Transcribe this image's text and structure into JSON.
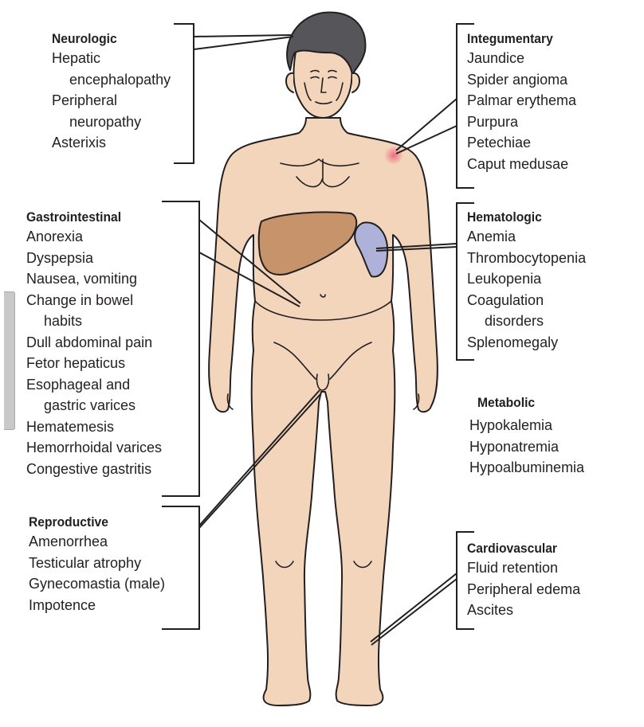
{
  "groups": {
    "neurologic": {
      "title": "Neurologic",
      "items": [
        [
          "Hepatic",
          "encephalopathy"
        ],
        [
          "Peripheral",
          "neuropathy"
        ],
        [
          "Asterixis"
        ]
      ]
    },
    "integumentary": {
      "title": "Integumentary",
      "items": [
        [
          "Jaundice"
        ],
        [
          "Spider angioma"
        ],
        [
          "Palmar erythema"
        ],
        [
          "Purpura"
        ],
        [
          "Petechiae"
        ],
        [
          "Caput medusae"
        ]
      ]
    },
    "gastrointestinal": {
      "title": "Gastrointestinal",
      "items": [
        [
          "Anorexia"
        ],
        [
          "Dyspepsia"
        ],
        [
          "Nausea, vomiting"
        ],
        [
          "Change in bowel",
          "habits"
        ],
        [
          "Dull abdominal pain"
        ],
        [
          "Fetor hepaticus"
        ],
        [
          "Esophageal and",
          "gastric varices"
        ],
        [
          "Hematemesis"
        ],
        [
          "Hemorrhoidal varices"
        ],
        [
          "Congestive gastritis"
        ]
      ]
    },
    "hematologic": {
      "title": "Hematologic",
      "items": [
        [
          "Anemia"
        ],
        [
          "Thrombocytopenia"
        ],
        [
          "Leukopenia"
        ],
        [
          "Coagulation",
          "disorders"
        ],
        [
          "Splenomegaly"
        ]
      ]
    },
    "metabolic": {
      "title": "Metabolic",
      "items": [
        [
          "Hypokalemia"
        ],
        [
          "Hyponatremia"
        ],
        [
          "Hypoalbuminemia"
        ]
      ]
    },
    "reproductive": {
      "title": "Reproductive",
      "items": [
        [
          "Amenorrhea"
        ],
        [
          "Testicular atrophy"
        ],
        [
          "Gynecomastia (male)"
        ],
        [
          "Impotence"
        ]
      ]
    },
    "cardiovascular": {
      "title": "Cardiovascular",
      "items": [
        [
          "Fluid retention"
        ],
        [
          "Peripheral edema"
        ],
        [
          "Ascites"
        ]
      ]
    }
  },
  "colors": {
    "skin": "#f3d5bb",
    "outline": "#231f20",
    "hair": "#55555a",
    "liver": "#c7936a",
    "spleen": "#aeb1d8",
    "angioma": "#f08a9a"
  }
}
